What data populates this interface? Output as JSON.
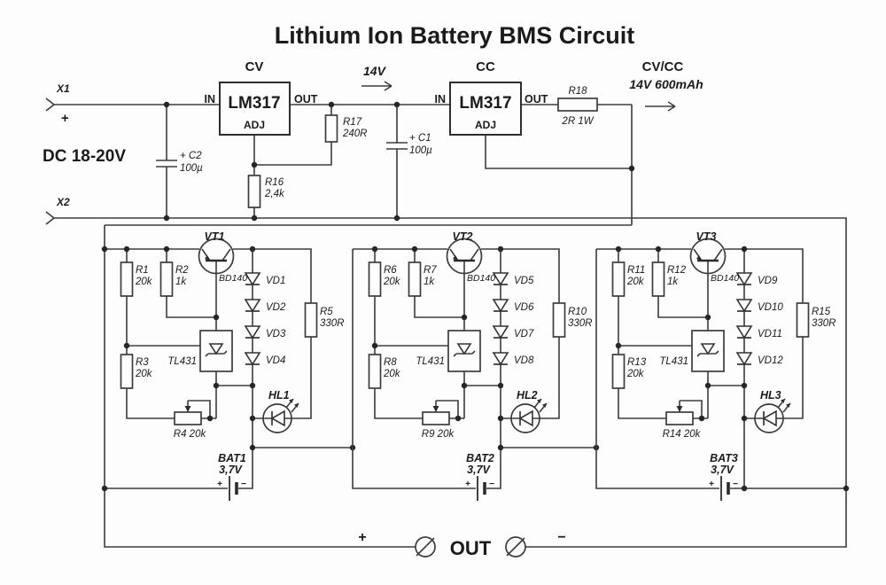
{
  "title": "Lithium Ion Battery BMS Circuit",
  "input": {
    "x1": "X1",
    "x2": "X2",
    "plus": "+",
    "dc": "DC 18-20V"
  },
  "cv_stage": {
    "label": "CV",
    "chip": "LM317",
    "pin_in": "IN",
    "pin_out": "OUT",
    "pin_adj": "ADJ"
  },
  "cc_stage": {
    "label": "CC",
    "chip": "LM317",
    "pin_in": "IN",
    "pin_out": "OUT",
    "pin_adj": "ADJ"
  },
  "mid_rail": {
    "voltage": "14V"
  },
  "output_stage": {
    "label": "CV/CC",
    "rating": "14V 600mAh"
  },
  "caps": [
    {
      "label": "+ C2",
      "value": "100µ"
    },
    {
      "label": "+ C1",
      "value": "100µ"
    }
  ],
  "top_resistors": [
    {
      "name": "R17",
      "value": "240R"
    },
    {
      "name": "R16",
      "value": "2,4k"
    },
    {
      "name": "R18",
      "value": "2R 1W"
    }
  ],
  "blocks": [
    {
      "vt": "VT1",
      "part": "BD140",
      "shunt": "TL431",
      "r1": {
        "name": "R1",
        "value": "20k"
      },
      "r2": {
        "name": "R2",
        "value": "1k"
      },
      "r3": {
        "name": "R3",
        "value": "20k"
      },
      "pot": "R4 20k",
      "r5": {
        "name": "R5",
        "value": "330R"
      },
      "diodes": [
        "VD1",
        "VD2",
        "VD3",
        "VD4"
      ],
      "led": "HL1",
      "battery": {
        "name": "BAT1",
        "voltage": "3,7V",
        "plus": "+",
        "minus": "−"
      }
    },
    {
      "vt": "VT2",
      "part": "BD140",
      "shunt": "TL431",
      "r1": {
        "name": "R6",
        "value": "20k"
      },
      "r2": {
        "name": "R7",
        "value": "1k"
      },
      "r3": {
        "name": "R8",
        "value": "20k"
      },
      "pot": "R9 20k",
      "r5": {
        "name": "R10",
        "value": "330R"
      },
      "diodes": [
        "VD5",
        "VD6",
        "VD7",
        "VD8"
      ],
      "led": "HL2",
      "battery": {
        "name": "BAT2",
        "voltage": "3,7V",
        "plus": "+",
        "minus": "−"
      }
    },
    {
      "vt": "VT3",
      "part": "BD140",
      "shunt": "TL431",
      "r1": {
        "name": "R11",
        "value": "20k"
      },
      "r2": {
        "name": "R12",
        "value": "1k"
      },
      "r3": {
        "name": "R13",
        "value": "20k"
      },
      "pot": "R14 20k",
      "r5": {
        "name": "R15",
        "value": "330R"
      },
      "diodes": [
        "VD9",
        "VD10",
        "VD11",
        "VD12"
      ],
      "led": "HL3",
      "battery": {
        "name": "BAT3",
        "voltage": "3,7V",
        "plus": "+",
        "minus": "−"
      }
    }
  ],
  "out": {
    "plus": "+",
    "label": "OUT",
    "minus": "−"
  }
}
